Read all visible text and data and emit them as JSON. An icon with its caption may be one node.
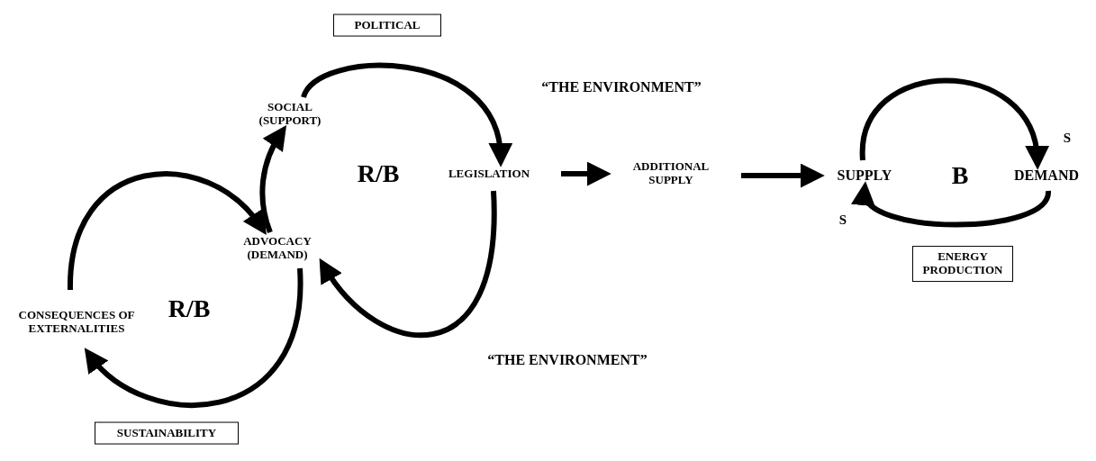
{
  "diagram": {
    "nodes": [
      {
        "text": [
          "POLITICAL"
        ]
      },
      {
        "text": [
          "SOCIAL (SUPPORT)"
        ]
      },
      {
        "text": [
          "LEGISLATION"
        ]
      },
      {
        "text": [
          "ADDITIONAL SUPPLY"
        ]
      },
      {
        "text": [
          "SUPPLY"
        ]
      },
      {
        "text": [
          "DEMAND"
        ]
      },
      {
        "text": [
          "ADVOCACY (DEMAND)"
        ]
      },
      {
        "text": [
          "CONSEQUENCES OF EXTERNALITIES"
        ]
      },
      {
        "text": [
          "ENERGY PRODUCTION"
        ]
      },
      {
        "text": [
          "SUSTAINABILITY"
        ]
      }
    ],
    "edges": [
      {
        "from": 1,
        "to": 2,
        "arrow": "to"
      },
      {
        "from": 2,
        "to": 6,
        "arrow": "to"
      },
      {
        "from": 6,
        "to": 1,
        "arrow": "to"
      },
      {
        "from": 7,
        "to": 6,
        "arrow": "to"
      },
      {
        "from": 6,
        "to": 7,
        "arrow": "to"
      },
      {
        "from": 2,
        "to": 3,
        "arrow": "to"
      },
      {
        "from": 3,
        "to": 4,
        "arrow": "to"
      },
      {
        "from": 4,
        "to": 5,
        "arrow": "to",
        "label": "S"
      },
      {
        "from": 5,
        "to": 4,
        "arrow": "to",
        "label": "S"
      }
    ],
    "labels": [
      "“THE ENVIRONMENT”",
      "R/B",
      "B",
      "R/B",
      "“THE ENVIRONMENT”"
    ]
  }
}
